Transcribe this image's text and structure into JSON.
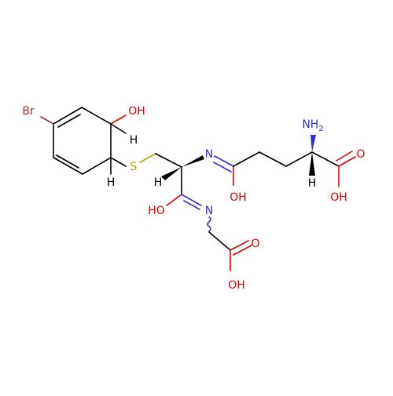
{
  "molecule": {
    "atoms": {
      "br": "Br",
      "oh_ring": "OH",
      "h_ring_top": "H",
      "h_ring_bottom": "H",
      "s": "S",
      "n_amide": "N",
      "h_alpha": "H",
      "oh_amide1": "OH",
      "ho_amide2": "HO",
      "n_gly": "N",
      "oh_gly": "OH",
      "nh2": "NH",
      "nh2_sub": "2",
      "h_glu": "H",
      "oh_glu": "OH"
    },
    "colors": {
      "carbon": "#000000",
      "nitrogen": "#3030d0",
      "oxygen": "#e00000",
      "sulfur": "#b8a000",
      "bromine": "#a52a2a"
    }
  }
}
